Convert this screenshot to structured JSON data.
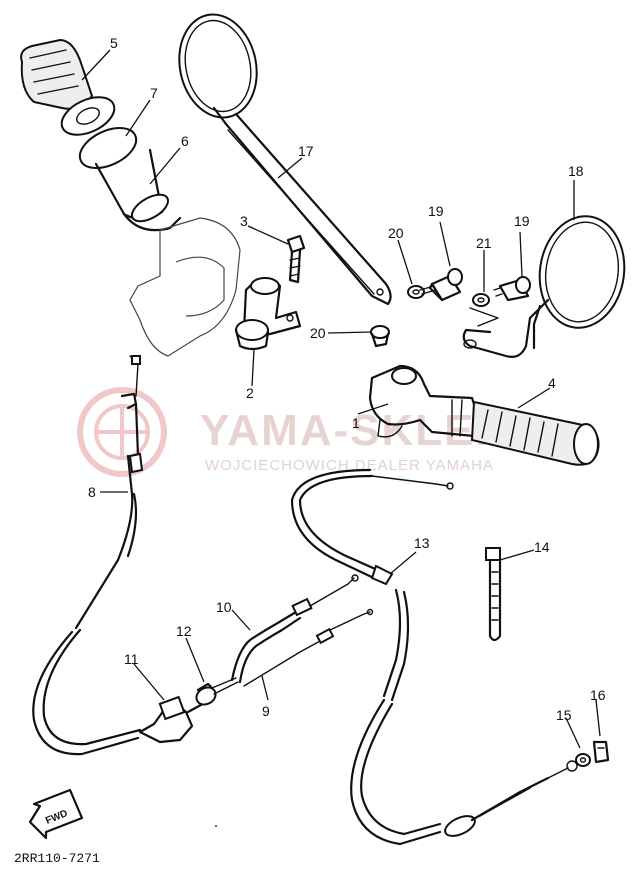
{
  "watermark": {
    "brand": "YAMA-SKLEP",
    "subtitle": "WOJCIECHOWICH DEALER YAMAHA"
  },
  "fwd_label": "FWD",
  "diagram_code": "2RR110-7271",
  "callouts": [
    "1",
    "2",
    "3",
    "4",
    "5",
    "6",
    "7",
    "8",
    "9",
    "10",
    "11",
    "12",
    "13",
    "14",
    "15",
    "16",
    "17",
    "18",
    "19",
    "19",
    "20",
    "20",
    "21"
  ],
  "colors": {
    "line": "#111111",
    "watermark": "#e8d3d3"
  }
}
